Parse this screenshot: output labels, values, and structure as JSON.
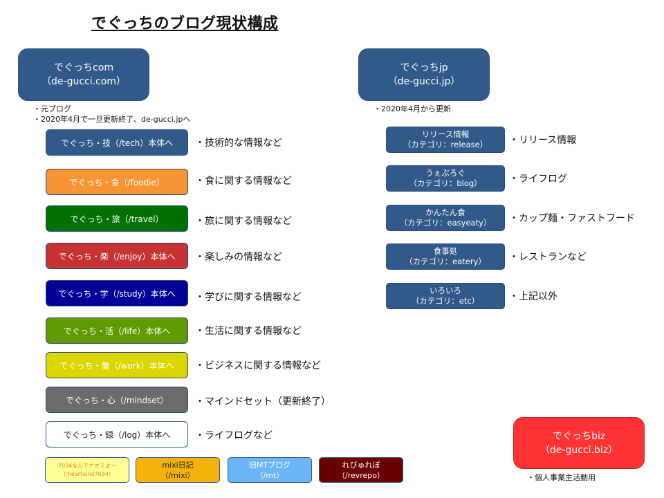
{
  "title": "でぐっちのブログ現状構成",
  "com": {
    "name": "でぐっちcom",
    "domain": "（de-gucci.com）",
    "notes": [
      "・元ブログ",
      "・2020年4月で一旦更新終了、de-gucci.jpへ"
    ],
    "categories": [
      {
        "label": "でぐっち・技（/tech）本体へ",
        "desc": "・技術的な情報など",
        "color": "#315a8a"
      },
      {
        "label": "でぐっち・食（/foodie）",
        "desc": "・食に関する情報など",
        "color": "#f79433"
      },
      {
        "label": "でぐっち・旅（/travel）",
        "desc": "・旅に関する情報など",
        "color": "#007000"
      },
      {
        "label": "でぐっち・楽（/enjoy）本体へ",
        "desc": "・楽しみの情報など",
        "color": "#c83232"
      },
      {
        "label": "でぐっち・学（/study）本体へ",
        "desc": "・学びに関する情報など",
        "color": "#000099"
      },
      {
        "label": "でぐっち・活（/life）本体へ",
        "desc": "・生活に関する情報など",
        "color": "#5f9b00"
      },
      {
        "label": "でぐっち・働（/work）本体へ",
        "desc": "・ビジネスに関する情報など",
        "color": "#dcd600"
      },
      {
        "label": "でぐっち・心（/mindset）",
        "desc": "・マインドセット（更新終了）",
        "color": "#6b6b6b"
      },
      {
        "label": "でぐっち・録（/log）本体へ",
        "desc": "・ライフログなど",
        "color": "#ffffff"
      }
    ],
    "archives": [
      {
        "line1": "7034なんでナオミよ〜",
        "line2": "（/heartland7034）",
        "color": "#ffff99"
      },
      {
        "line1": "mixi日記",
        "line2": "（/mixi）",
        "color": "#f6b20a"
      },
      {
        "line1": "旧MTブログ",
        "line2": "（/mt）",
        "color": "#6cb6f5"
      },
      {
        "line1": "れびゅれぽ",
        "line2": "（/revrepo）",
        "color": "#6b0000"
      }
    ]
  },
  "jp": {
    "name": "でぐっちjp",
    "domain": "（de-gucci.jp）",
    "note": "・2020年4月から更新",
    "categories": [
      {
        "line1": "リリース情報",
        "line2": "（カテゴリ：release）",
        "desc": "・リリース情報"
      },
      {
        "line1": "うぇぶろぐ",
        "line2": "（カテゴリ：blog）",
        "desc": "・ライフログ"
      },
      {
        "line1": "かんたん食",
        "line2": "（カテゴリ：easyeaty）",
        "desc": "・カップ麺・ファストフード"
      },
      {
        "line1": "食事処",
        "line2": "（カテゴリ：eatery）",
        "desc": "・レストランなど"
      },
      {
        "line1": "いろいろ",
        "line2": "（カテゴリ：etc）",
        "desc": "・上記以外"
      }
    ]
  },
  "biz": {
    "name": "でぐっちbiz",
    "domain": "（de-gucci.biz）",
    "note": "・個人事業主活動用"
  }
}
